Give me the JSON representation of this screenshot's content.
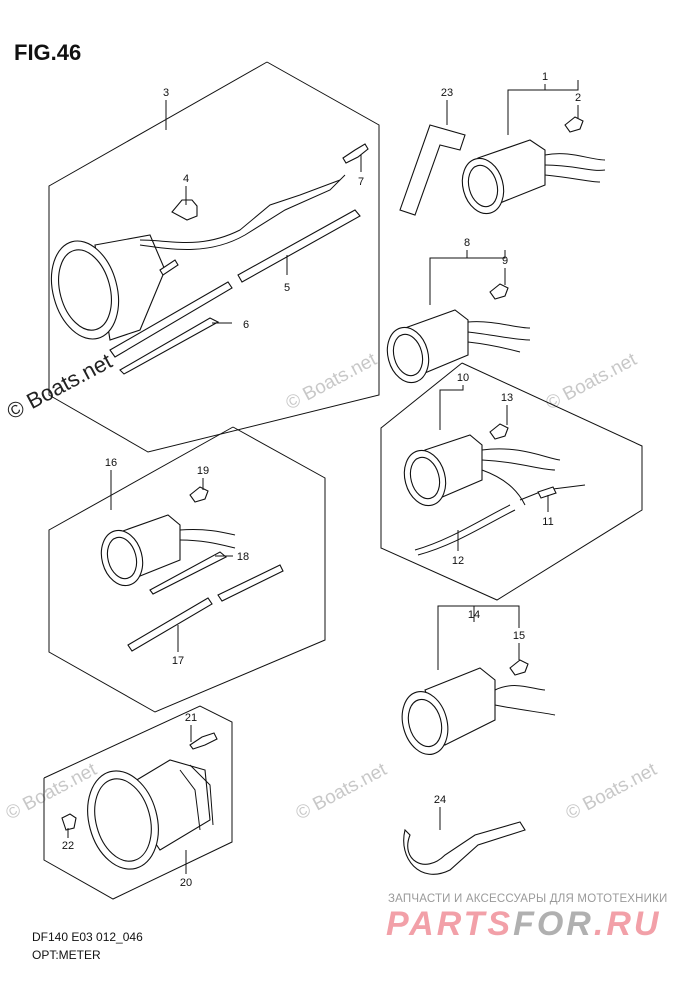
{
  "figure": {
    "title": "FIG.46"
  },
  "callouts": [
    "1",
    "2",
    "3",
    "4",
    "5",
    "6",
    "7",
    "8",
    "9",
    "10",
    "11",
    "12",
    "13",
    "14",
    "15",
    "16",
    "17",
    "18",
    "19",
    "20",
    "21",
    "22",
    "23",
    "24"
  ],
  "footer": {
    "model_code": "DF140 E03 012_046",
    "section": "OPT:METER"
  },
  "watermarks": {
    "boats": "© Boats.net",
    "parts_tagline": "ЗАПЧАСТИ И АКСЕССУАРЫ ДЛЯ МОТОТЕХНИКИ",
    "parts_logo_a": "PARTS",
    "parts_logo_b": "FOR",
    "parts_logo_c": ".RU"
  }
}
